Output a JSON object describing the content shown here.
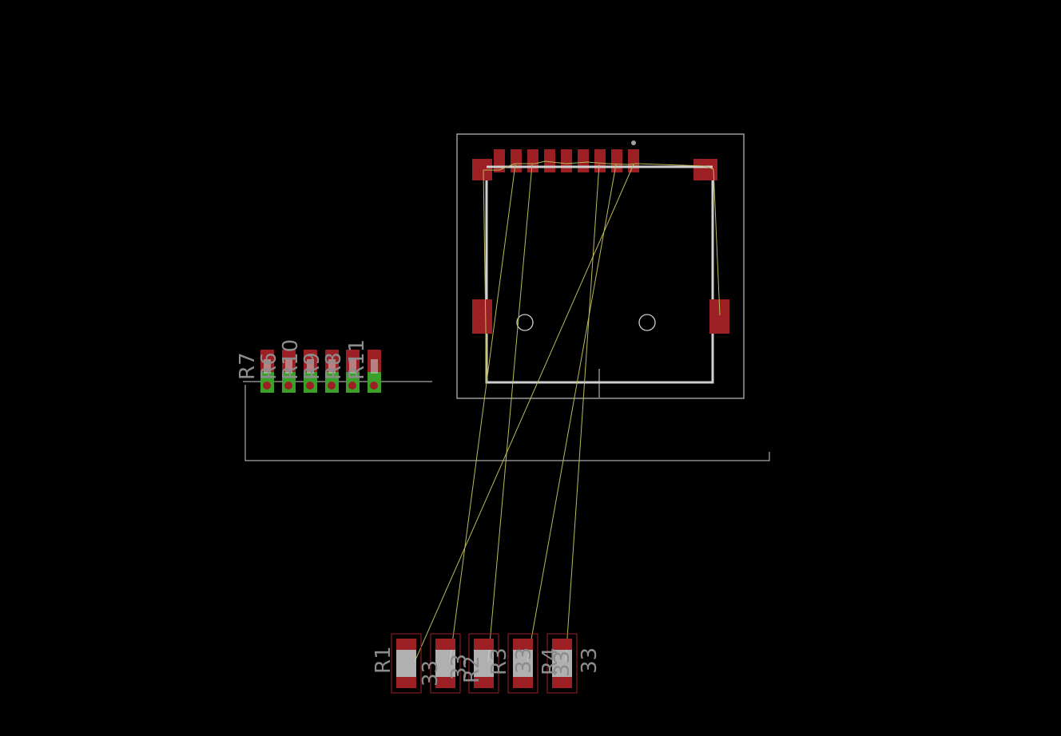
{
  "labels": {
    "r7": "R7",
    "r6": "R6",
    "r10": "R10",
    "r9": "R9",
    "r8": "R8",
    "r11": "R11",
    "r1": "R1",
    "r1_value": "33",
    "r2": "R2",
    "r2_value": "33",
    "r3": "R3",
    "r3_value": "33",
    "r4": "R4",
    "r4_value": "33",
    "r5": "R5",
    "r5_value": "33"
  },
  "colors": {
    "background": "#000000",
    "copper_pad": "#9c1f23",
    "through_hole": "#3aa02a",
    "silkscreen": "#cfcfcf",
    "airwire": "#b9b95a",
    "label": "#8c8c8c"
  }
}
